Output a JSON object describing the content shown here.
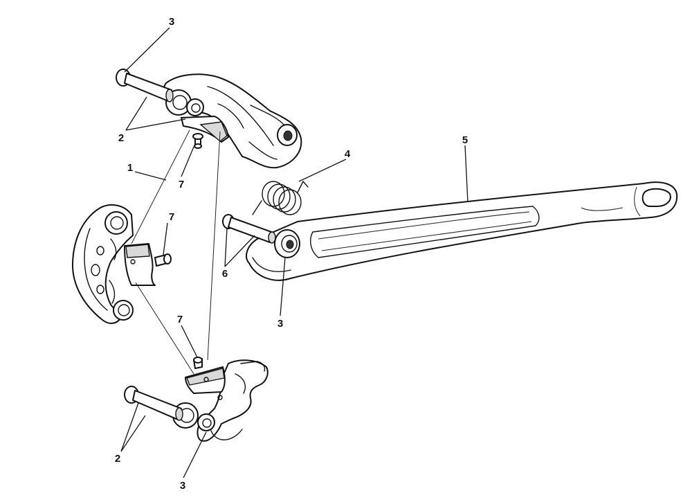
{
  "callouts": {
    "c1": "1",
    "c2_top": "2",
    "c2_bottom": "2",
    "c3_top": "3",
    "c3_mid": "3",
    "c3_bottom": "3",
    "c4": "4",
    "c5": "5",
    "c6": "6",
    "c7_top": "7",
    "c7_mid": "7",
    "c7_bottom": "7"
  }
}
